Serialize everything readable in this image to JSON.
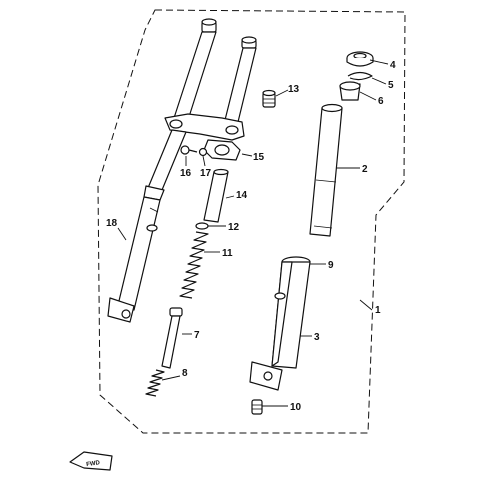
{
  "callouts": [
    {
      "id": "p1",
      "label": "1"
    },
    {
      "id": "p2",
      "label": "2"
    },
    {
      "id": "p3",
      "label": "3"
    },
    {
      "id": "p4",
      "label": "4"
    },
    {
      "id": "p5",
      "label": "5"
    },
    {
      "id": "p6",
      "label": "6"
    },
    {
      "id": "p7",
      "label": "7"
    },
    {
      "id": "p8",
      "label": "8"
    },
    {
      "id": "p9",
      "label": "9"
    },
    {
      "id": "p10",
      "label": "10"
    },
    {
      "id": "p11",
      "label": "11"
    },
    {
      "id": "p12",
      "label": "12"
    },
    {
      "id": "p13",
      "label": "13"
    },
    {
      "id": "p14",
      "label": "14"
    },
    {
      "id": "p15",
      "label": "15"
    },
    {
      "id": "p16",
      "label": "16"
    },
    {
      "id": "p17",
      "label": "17"
    },
    {
      "id": "p18",
      "label": "18"
    }
  ],
  "direction_badge": {
    "label": "FWD"
  }
}
